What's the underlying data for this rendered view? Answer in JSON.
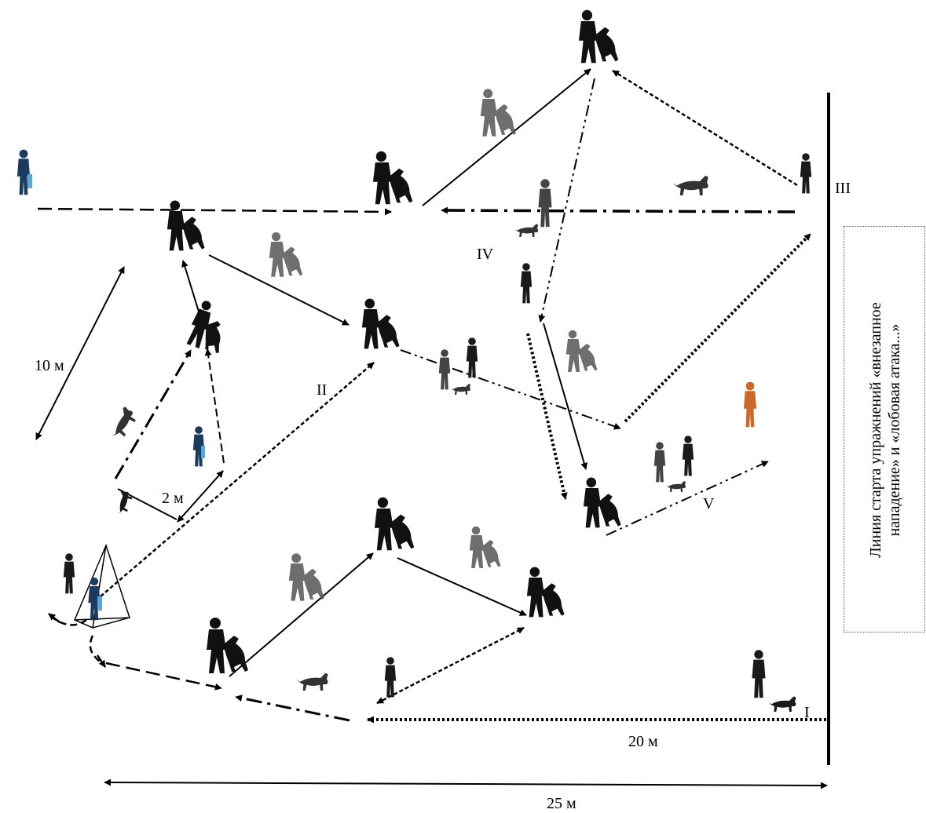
{
  "labels": {
    "station_i": "I",
    "station_ii": "II",
    "station_iii": "III",
    "station_iv": "IV",
    "station_v": "V",
    "dist_10m": "10 м",
    "dist_2m": "2 м",
    "dist_20m": "20 м",
    "dist_25m": "25 м"
  },
  "side_caption_line1": "Линия старта упражнений «внезапное",
  "side_caption_line2": "нападение» и «лобовая атака...»",
  "colors": {
    "ink": "#111111",
    "helper_blue": "#1c3a5e",
    "sleeve_blue": "#5aa7d6",
    "orange_figure": "#c9692a",
    "line": "#000000"
  },
  "icons": {
    "handler": "person-silhouette",
    "dog": "dog-silhouette",
    "helper": "helper-silhouette",
    "bite_scene": "dog-biting-helper",
    "blind": "pyramid-hide"
  }
}
